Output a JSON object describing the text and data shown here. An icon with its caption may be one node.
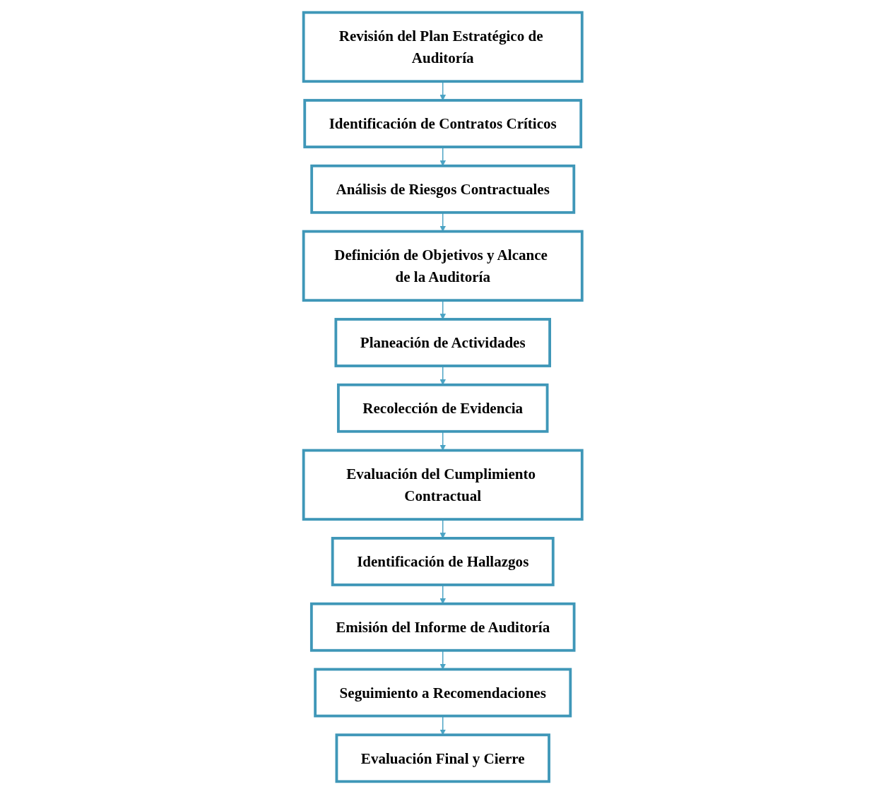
{
  "diagram": {
    "nodes": [
      {
        "text": [
          "Revisión del Plan Estratégico de Auditoría"
        ]
      },
      {
        "text": [
          "Identificación de Contratos Críticos"
        ]
      },
      {
        "text": [
          "Análisis de Riesgos Contractuales"
        ]
      },
      {
        "text": [
          "Definición de Objetivos y Alcance de la Auditoría"
        ]
      },
      {
        "text": [
          "Planeación de Actividades"
        ]
      },
      {
        "text": [
          "Recolección de Evidencia"
        ]
      },
      {
        "text": [
          "Evaluación del Cumplimiento Contractual"
        ]
      },
      {
        "text": [
          "Identificación de Hallazgos"
        ]
      },
      {
        "text": [
          "Emisión del Informe de Auditoría"
        ]
      },
      {
        "text": [
          "Seguimiento a Recomendaciones"
        ]
      },
      {
        "text": [
          "Evaluación Final y Cierre"
        ]
      }
    ],
    "edges": [
      {
        "from": 0,
        "to": 1,
        "arrow": "to"
      },
      {
        "from": 1,
        "to": 2,
        "arrow": "to"
      },
      {
        "from": 2,
        "to": 3,
        "arrow": "to"
      },
      {
        "from": 3,
        "to": 4,
        "arrow": "to"
      },
      {
        "from": 4,
        "to": 5,
        "arrow": "to"
      },
      {
        "from": 5,
        "to": 6,
        "arrow": "to"
      },
      {
        "from": 6,
        "to": 7,
        "arrow": "to"
      },
      {
        "from": 7,
        "to": 8,
        "arrow": "to"
      },
      {
        "from": 8,
        "to": 9,
        "arrow": "to"
      },
      {
        "from": 9,
        "to": 10,
        "arrow": "to"
      }
    ]
  }
}
